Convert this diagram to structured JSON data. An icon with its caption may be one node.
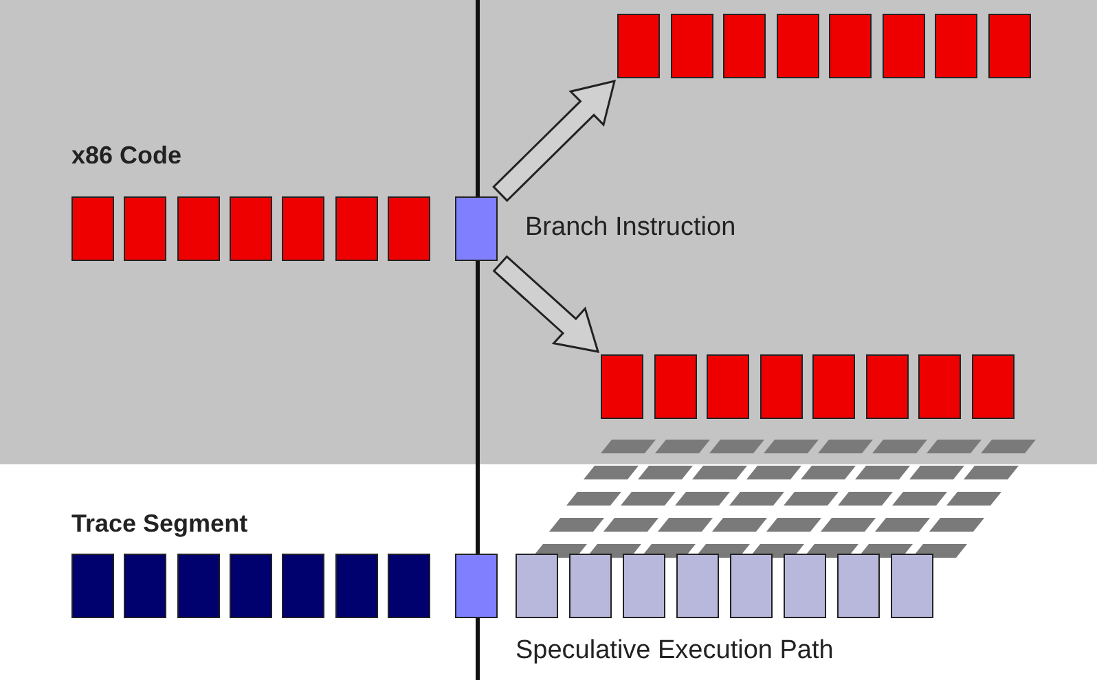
{
  "diagram": {
    "nodes": [
      {
        "text": [],
        "shape": "box"
      },
      {
        "text": [],
        "shape": "box"
      },
      {
        "text": [],
        "shape": "box"
      },
      {
        "text": [],
        "shape": "box"
      },
      {
        "text": [],
        "shape": "box"
      },
      {
        "text": [],
        "shape": "box"
      },
      {
        "text": [],
        "shape": "box"
      },
      {
        "text": [],
        "shape": "box"
      },
      {
        "text": [],
        "shape": "box"
      },
      {
        "text": [],
        "shape": "box"
      },
      {
        "text": [],
        "shape": "box"
      },
      {
        "text": [],
        "shape": "box"
      },
      {
        "text": [],
        "shape": "box"
      },
      {
        "text": [],
        "shape": "box"
      },
      {
        "text": [],
        "shape": "box"
      },
      {
        "text": [],
        "shape": "box",
        "beside": [
          "Branch Instruction"
        ]
      },
      {
        "text": [],
        "shape": "box"
      },
      {
        "text": [],
        "shape": "box"
      },
      {
        "text": [],
        "shape": "box"
      },
      {
        "text": [],
        "shape": "box"
      },
      {
        "text": [],
        "shape": "box"
      },
      {
        "text": [],
        "shape": "box"
      },
      {
        "text": [],
        "shape": "box"
      },
      {
        "text": [],
        "shape": "box"
      },
      {
        "text": [],
        "shape": "box"
      },
      {
        "text": [],
        "shape": "box"
      },
      {
        "text": [],
        "shape": "box"
      },
      {
        "text": [],
        "shape": "box"
      },
      {
        "text": [],
        "shape": "box"
      },
      {
        "text": [],
        "shape": "box"
      },
      {
        "text": [],
        "shape": "box"
      },
      {
        "text": [],
        "shape": "box"
      },
      {
        "text": [],
        "shape": "box"
      },
      {
        "text": [],
        "shape": "box"
      },
      {
        "text": [],
        "shape": "box"
      },
      {
        "text": [],
        "shape": "box"
      },
      {
        "text": [],
        "shape": "box"
      },
      {
        "text": [],
        "shape": "box"
      },
      {
        "text": [],
        "shape": "box"
      },
      {
        "text": [],
        "shape": "box"
      }
    ],
    "edges": [
      {
        "from": 15,
        "to": 0,
        "arrow": "to"
      },
      {
        "from": 15,
        "to": 16,
        "arrow": "to"
      }
    ],
    "labels": [
      "x86 Code",
      "Trace Segment",
      "Speculative Execution Path"
    ]
  }
}
